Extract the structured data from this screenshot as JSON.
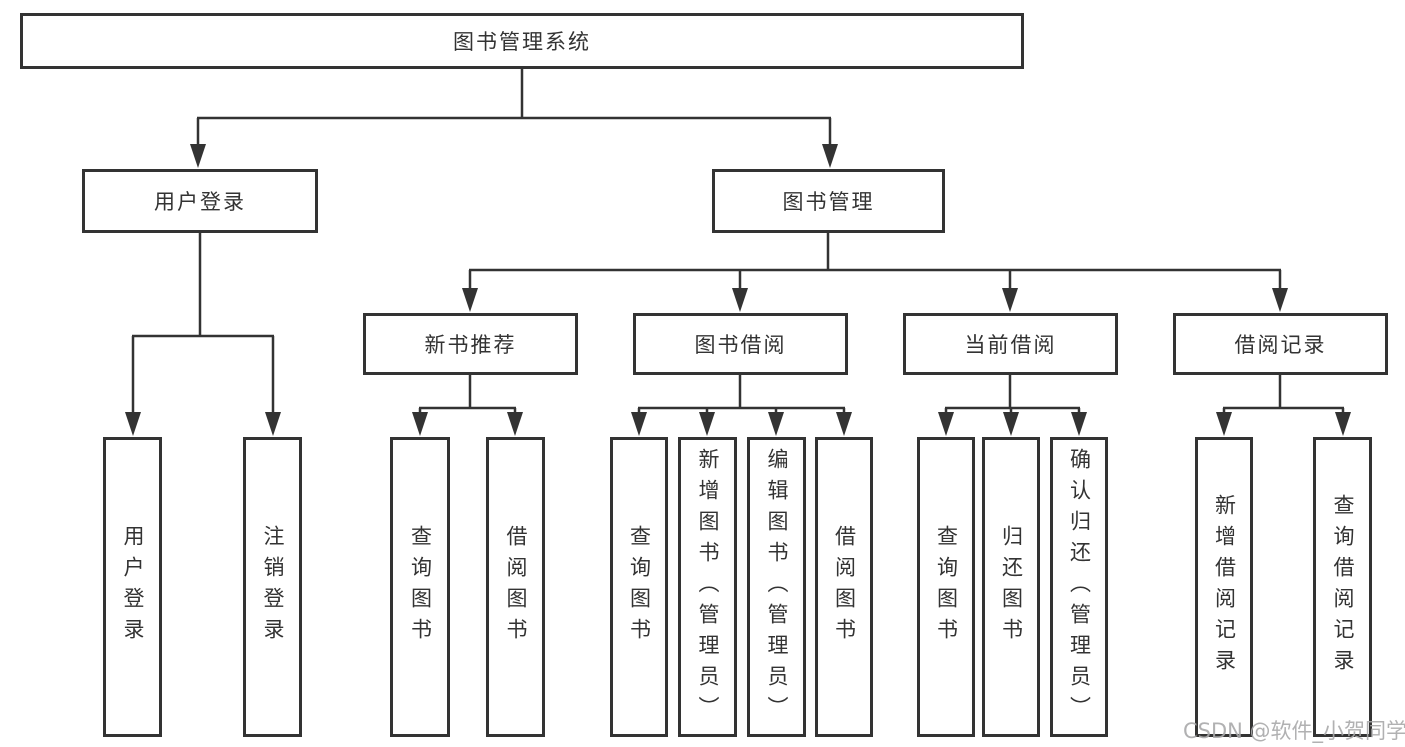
{
  "diagram": {
    "title": "图书管理系统",
    "branches": [
      {
        "label": "用户登录",
        "children": [
          {
            "label": "用户登录"
          },
          {
            "label": "注销登录"
          }
        ]
      },
      {
        "label": "图书管理",
        "children": [
          {
            "label": "新书推荐",
            "children": [
              {
                "label": "查询图书"
              },
              {
                "label": "借阅图书"
              }
            ]
          },
          {
            "label": "图书借阅",
            "children": [
              {
                "label": "查询图书"
              },
              {
                "label": "新增图书（管理员）"
              },
              {
                "label": "编辑图书（管理员）"
              },
              {
                "label": "借阅图书"
              }
            ]
          },
          {
            "label": "当前借阅",
            "children": [
              {
                "label": "查询图书"
              },
              {
                "label": "归还图书"
              },
              {
                "label": "确认归还（管理员）"
              }
            ]
          },
          {
            "label": "借阅记录",
            "children": [
              {
                "label": "新增借阅记录"
              },
              {
                "label": "查询借阅记录"
              }
            ]
          }
        ]
      }
    ],
    "line_color": "#333333"
  },
  "watermark": {
    "text": "CSDN @软件_小贺同学"
  }
}
